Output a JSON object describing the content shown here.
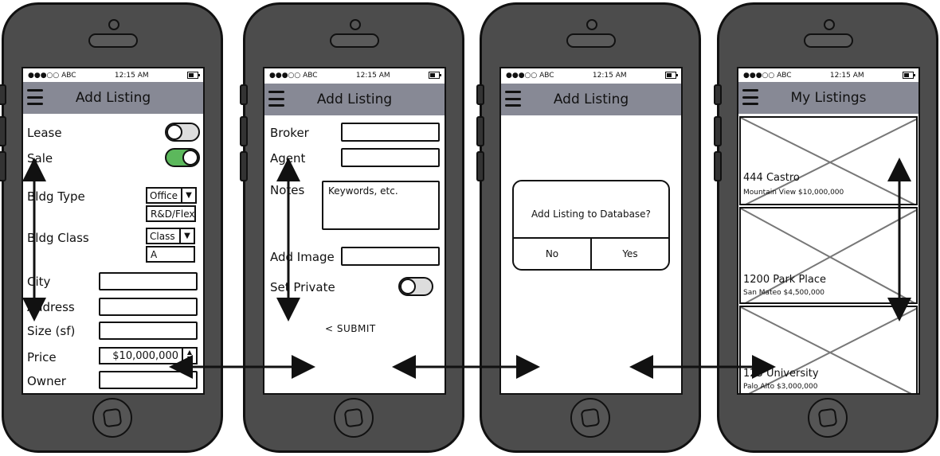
{
  "status": {
    "carrier": "●●●○○ ABC",
    "time": "12:15 AM"
  },
  "screen1": {
    "title": "Add Listing",
    "lease_label": "Lease",
    "sale_label": "Sale",
    "bldg_type_label": "Bldg Type",
    "bldg_type_value": "Office",
    "bldg_type_option": "R&D/Flex",
    "bldg_class_label": "Bldg Class",
    "bldg_class_value": "Class",
    "bldg_class_option": "A",
    "city_label": "City",
    "address_label": "Address",
    "size_label": "Size (sf)",
    "price_label": "Price",
    "price_value": "$10,000,000",
    "owner_label": "Owner"
  },
  "screen2": {
    "title": "Add Listing",
    "broker_label": "Broker",
    "agent_label": "Agent",
    "notes_label": "Notes",
    "notes_placeholder": "Keywords, etc.",
    "image_label": "Add Image",
    "private_label": "Set Private",
    "submit_label": "SUBMIT"
  },
  "screen3": {
    "title": "Add Listing",
    "dialog_message": "Add Listing to Database?",
    "no_label": "No",
    "yes_label": "Yes"
  },
  "screen4": {
    "title": "My Listings",
    "listings": [
      {
        "name": "444 Castro",
        "detail": "Mountain View $10,000,000"
      },
      {
        "name": "1200 Park Place",
        "detail": "San Mateo $4,500,000"
      },
      {
        "name": "123 University",
        "detail": "Palo Alto $3,000,000"
      }
    ]
  },
  "icons": {
    "menu": "hamburger-icon",
    "battery": "battery-icon",
    "back": "chevron-left-icon",
    "placeholder": "image-placeholder-icon"
  }
}
